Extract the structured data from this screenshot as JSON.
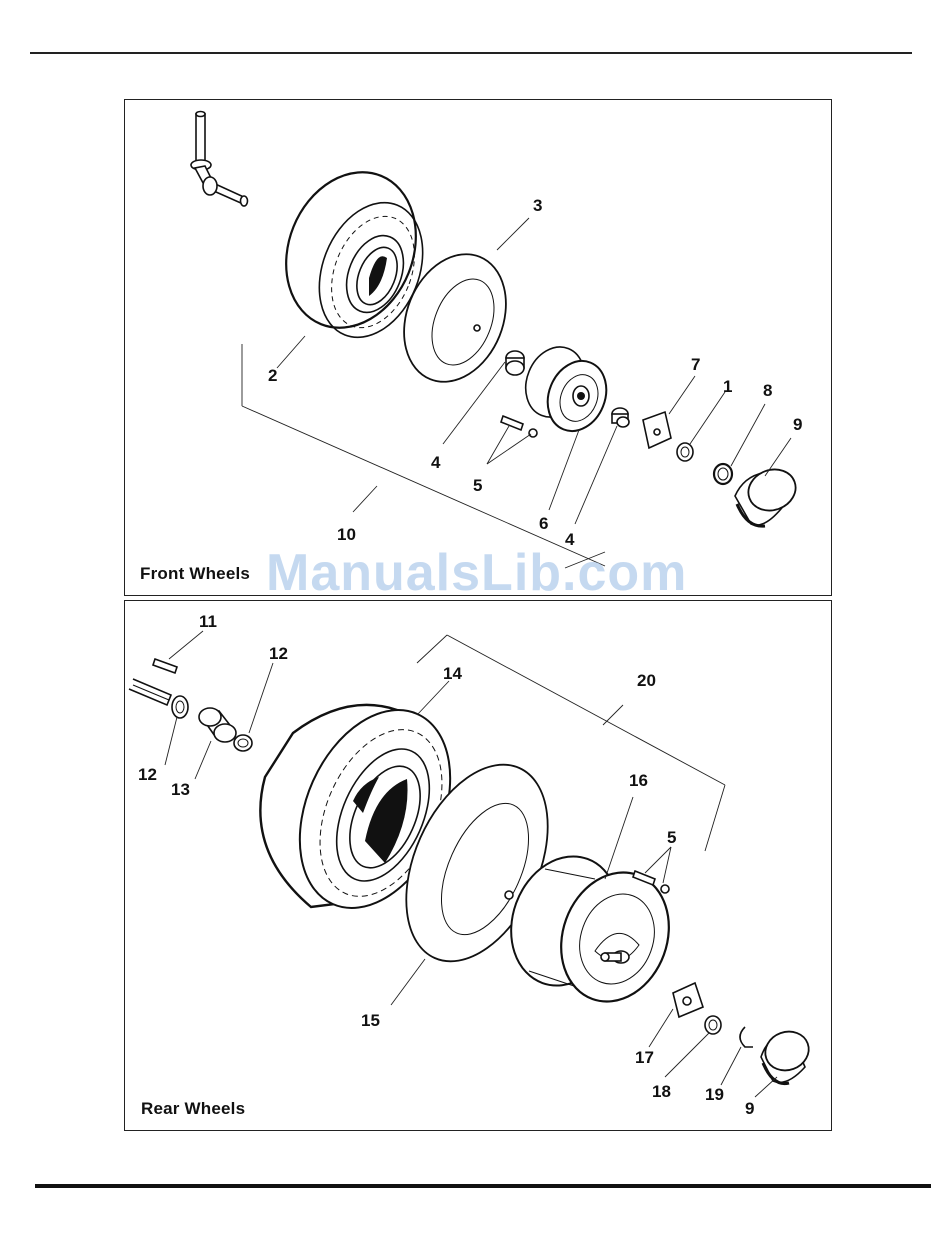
{
  "front_panel": {
    "caption": "Front Wheels",
    "callouts": [
      {
        "id": "c-f-3",
        "label": "3"
      },
      {
        "id": "c-f-2",
        "label": "2"
      },
      {
        "id": "c-f-7",
        "label": "7"
      },
      {
        "id": "c-f-1",
        "label": "1"
      },
      {
        "id": "c-f-8",
        "label": "8"
      },
      {
        "id": "c-f-9",
        "label": "9"
      },
      {
        "id": "c-f-4a",
        "label": "4"
      },
      {
        "id": "c-f-5",
        "label": "5"
      },
      {
        "id": "c-f-6",
        "label": "6"
      },
      {
        "id": "c-f-10",
        "label": "10"
      },
      {
        "id": "c-f-4b",
        "label": "4"
      }
    ]
  },
  "rear_panel": {
    "caption": "Rear Wheels",
    "callouts": [
      {
        "id": "c-r-11",
        "label": "11"
      },
      {
        "id": "c-r-12a",
        "label": "12"
      },
      {
        "id": "c-r-14",
        "label": "14"
      },
      {
        "id": "c-r-20",
        "label": "20"
      },
      {
        "id": "c-r-12b",
        "label": "12"
      },
      {
        "id": "c-r-13",
        "label": "13"
      },
      {
        "id": "c-r-16",
        "label": "16"
      },
      {
        "id": "c-r-5",
        "label": "5"
      },
      {
        "id": "c-r-15",
        "label": "15"
      },
      {
        "id": "c-r-17",
        "label": "17"
      },
      {
        "id": "c-r-18",
        "label": "18"
      },
      {
        "id": "c-r-19",
        "label": "19"
      },
      {
        "id": "c-r-9",
        "label": "9"
      }
    ]
  },
  "watermark": "ManualsLib.com"
}
